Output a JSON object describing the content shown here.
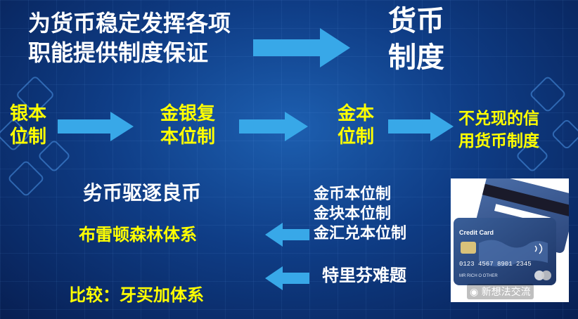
{
  "title": {
    "line1": "为货币稳定发挥各项",
    "line2": "职能提供制度保证"
  },
  "target": {
    "line1": "货币",
    "line2": "制度"
  },
  "stages": [
    {
      "line1": "银本",
      "line2": "位制"
    },
    {
      "line1": "金银复",
      "line2": "本位制"
    },
    {
      "line1": "金本",
      "line2": "位制"
    },
    {
      "line1": "不兑现的信",
      "line2": "用货币制度"
    }
  ],
  "gold_standards": [
    "金币本位制",
    "金块本位制",
    "金汇兑本位制"
  ],
  "gresham": "劣币驱逐良币",
  "bretton_woods": "布雷顿森林体系",
  "triffin": "特里芬难题",
  "compare": "比较：牙买加体系",
  "card": {
    "label": "Credit Card",
    "number": "0123 4567 8901 2345",
    "holder": "MR RICH O OTHER"
  },
  "watermark": "新想法交流",
  "colors": {
    "background": "#0f3d86",
    "highlight": "#ffff00",
    "arrow": "#38a8e8"
  }
}
